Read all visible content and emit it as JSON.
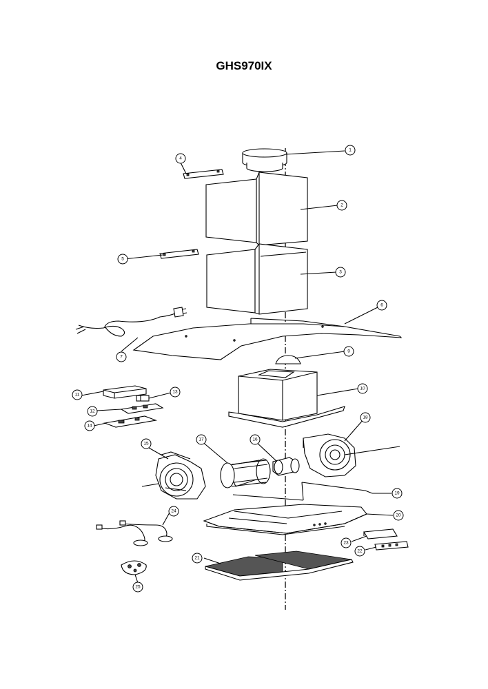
{
  "title": "GHS970IX",
  "labels": {
    "n1": "1",
    "n2": "2",
    "n3": "3",
    "n4": "4",
    "n5": "5",
    "n6": "6",
    "n7": "7",
    "n9": "9",
    "n10": "10",
    "n11": "11",
    "n12": "12",
    "n13": "13",
    "n14": "14",
    "n15": "15",
    "n16": "16",
    "n17": "17",
    "n18": "18",
    "n19": "19",
    "n20": "20",
    "n21": "21",
    "n22": "22",
    "n23": "23",
    "n24": "24",
    "n25": "25"
  }
}
